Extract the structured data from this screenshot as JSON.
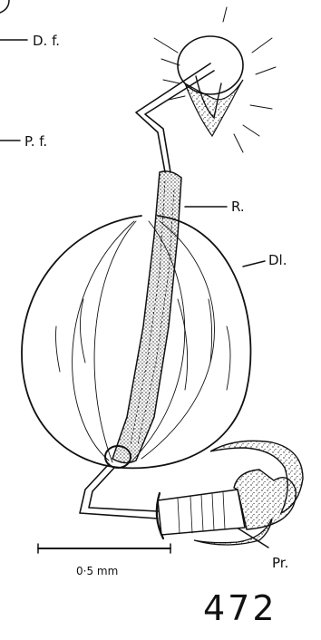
{
  "labels": {
    "df": "D. f.",
    "pf": "P. f.",
    "r": "R.",
    "dl": "Dl.",
    "pr": "Pr."
  },
  "scale_bar": "0·5 mm",
  "figure_number": "472"
}
